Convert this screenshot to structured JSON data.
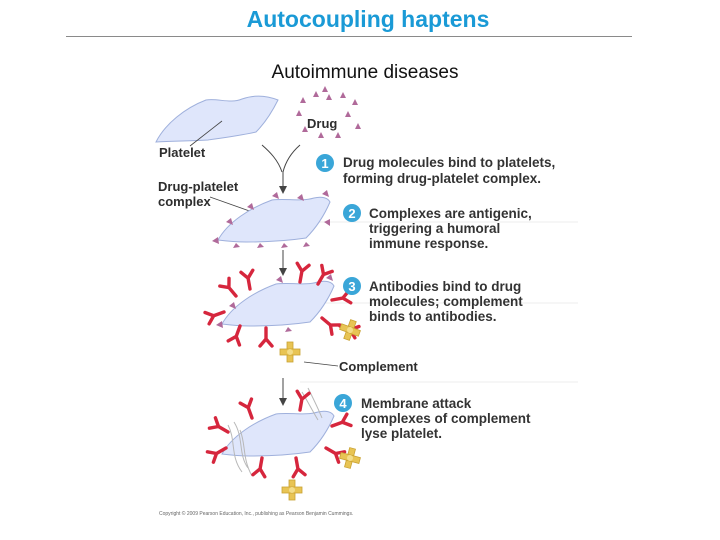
{
  "slide": {
    "title": "Autocoupling haptens",
    "subtitle": "Autoimmune diseases"
  },
  "figure": {
    "labels": {
      "drug": "Drug",
      "platelet": "Platelet",
      "drug_platelet_line1": "Drug-platelet",
      "drug_platelet_line2": "complex",
      "complement": "Complement"
    },
    "steps": [
      {
        "number": "1",
        "lines": [
          "Drug molecules bind to platelets,",
          "forming drug-platelet complex."
        ]
      },
      {
        "number": "2",
        "lines": [
          "Complexes are antigenic,",
          "triggering a humoral",
          "immune response."
        ]
      },
      {
        "number": "3",
        "lines": [
          "Antibodies bind to drug",
          "molecules; complement",
          "binds to antibodies."
        ]
      },
      {
        "number": "4",
        "lines": [
          "Membrane attack",
          "complexes of complement",
          "lyse platelet."
        ]
      }
    ],
    "copyright": "Copyright © 2009 Pearson Education, Inc., publishing as Pearson Benjamin Cummings.",
    "colors": {
      "title": "#1a9ad6",
      "step_circle": "#3aa6d8",
      "platelet_fill": "#dfe6fb",
      "platelet_stroke": "#9fb0dc",
      "drug": "#b06a9a",
      "antibody": "#d6263d",
      "complement": "#e8c454"
    }
  }
}
